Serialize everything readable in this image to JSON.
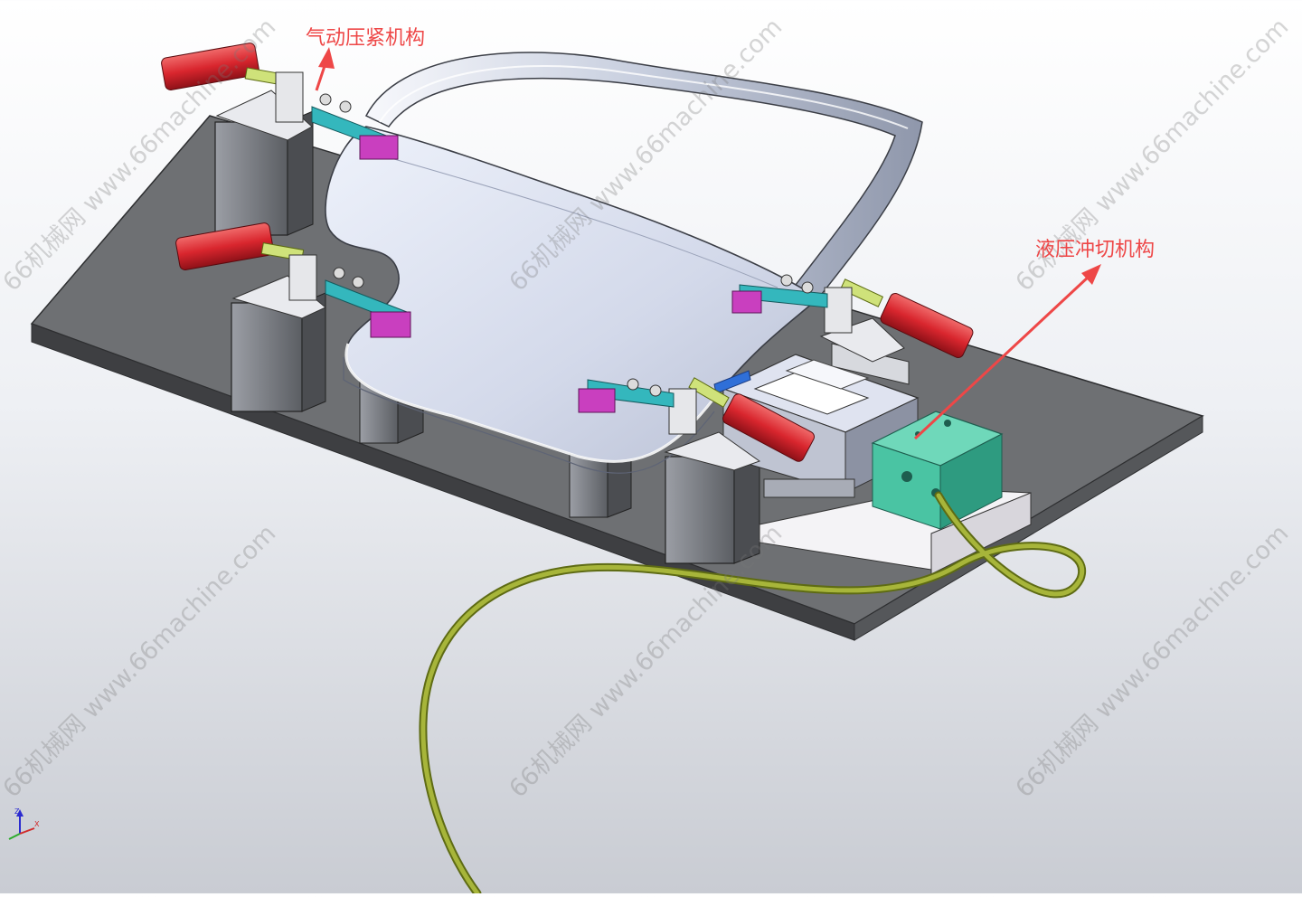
{
  "callouts": {
    "pneumatic": "气动压紧机构",
    "hydraulic": "液压冲切机构"
  },
  "watermark_text": "66机械网 www.66machine.com",
  "axis_triad": {
    "z": "Z",
    "x": "X"
  },
  "colors": {
    "callout": "#ee4747",
    "base_plate": "#6e7073",
    "cylinder": "#d9262e",
    "clamp_arm": "#34b7bd",
    "pad": "#c93fbf",
    "hydraulic_block": "#4ac4a3",
    "hose": "#8fa028",
    "part_skin": "#dde3f2"
  },
  "icons": [
    "axis-triad-icon",
    "callout-arrow-icon"
  ]
}
